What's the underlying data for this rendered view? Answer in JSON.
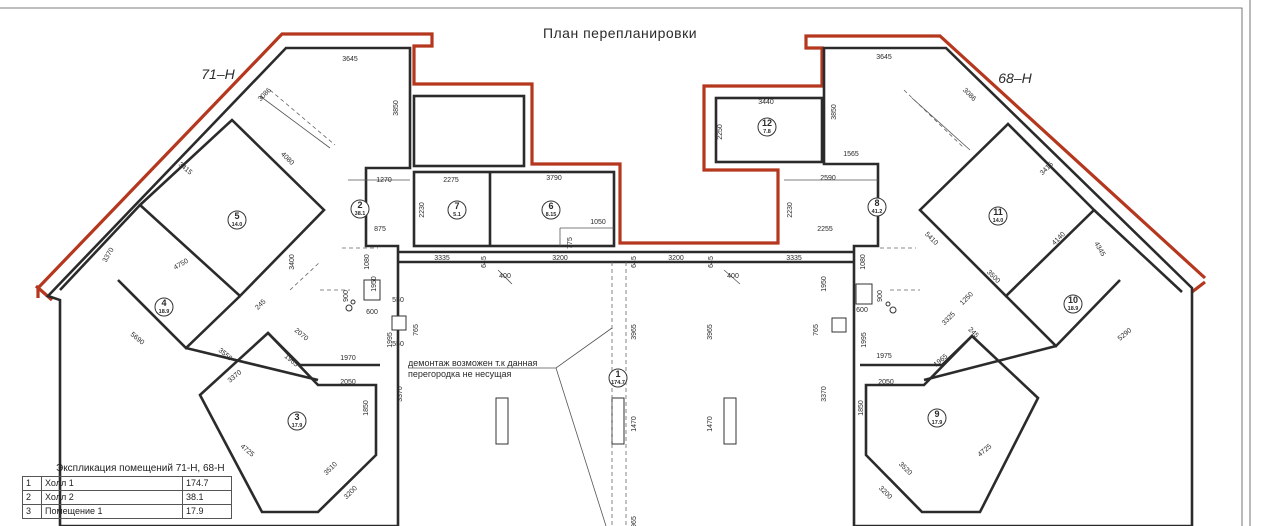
{
  "title": "План перепланировки",
  "units": {
    "left": "71–Н",
    "right": "68–Н"
  },
  "note": {
    "line1": "демонтаж возможен т.к данная",
    "line2": "перегородка не несущая"
  },
  "rooms": [
    {
      "num": "1",
      "area": "174.7"
    },
    {
      "num": "2",
      "area": "38.1"
    },
    {
      "num": "3",
      "area": "17.9"
    },
    {
      "num": "4",
      "area": "18.9"
    },
    {
      "num": "5",
      "area": "14.0"
    },
    {
      "num": "6",
      "area": "8.15"
    },
    {
      "num": "7",
      "area": "5.1"
    },
    {
      "num": "8",
      "area": "41.2"
    },
    {
      "num": "9",
      "area": "17.9"
    },
    {
      "num": "10",
      "area": "18.9"
    },
    {
      "num": "11",
      "area": "14.0"
    },
    {
      "num": "12",
      "area": "7.8"
    }
  ],
  "dimensions": {
    "top_left": "3645",
    "top_right": "3645",
    "d3850_l": "3850",
    "d3850_r": "3850",
    "d3440": "3440",
    "d2250": "2250",
    "d1565": "1565",
    "d1270": "1270",
    "d2275": "2275",
    "d3790": "3790",
    "d2590": "2590",
    "d2230_l": "2230",
    "d2230_r": "2230",
    "d1050": "1050",
    "d875": "875",
    "d2255": "2255",
    "d3335_l": "3335",
    "d3200_l": "3200",
    "d3200_r": "3200",
    "d3335_r": "3335",
    "d645_a": "645",
    "d645_b": "645",
    "d645_c": "645",
    "d400_l": "400",
    "d400_r": "400",
    "d1080_l": "1080",
    "d1080_r": "1080",
    "d1950_l": "1950",
    "d1950_r": "1950",
    "d900_l": "900",
    "d900_r": "900",
    "d550_a": "550",
    "d550_b": "550",
    "d600_l": "600",
    "d600_r": "600",
    "d765_l": "765",
    "d765_r": "765",
    "d1995_l": "1995",
    "d1995_r": "1995",
    "d1970": "1970",
    "d1975": "1975",
    "d2050_l": "2050",
    "d2050_r": "2050",
    "d3370_l": "3370",
    "d3370_r": "3370",
    "d3965_l": "3965",
    "d3965_r": "3965",
    "d1470_l": "1470",
    "d1470_r": "1470",
    "d1850_l": "1850",
    "d1850_r": "1850",
    "d3415_l": "3415",
    "d3415_r": "3415",
    "d4080": "4080",
    "d3400": "3400",
    "d3370a": "3370",
    "d4750": "4750",
    "d5690": "5690",
    "d3550": "3550",
    "d1965_l": "1965",
    "d1965_r": "1965",
    "d4725_l": "4725",
    "d4725_r": "4725",
    "d3510": "3510",
    "d3200_bl": "3200",
    "d3520": "3520",
    "d3200_br": "3200",
    "d3086_l": "3086",
    "d3086_r": "3086",
    "d2070": "2070",
    "d5410": "5410",
    "d4140": "4140",
    "d3370b": "3370",
    "d4345": "4345",
    "d5290": "5290",
    "d3500": "3500",
    "d1250": "1250",
    "d3325": "3325",
    "d245_l": "245",
    "d245_r": "245",
    "d775": "775",
    "d965": "965"
  },
  "explication": {
    "title": "Экспликация помещений 71-Н, 68-Н",
    "rows": [
      {
        "n": "1",
        "name": "Холл 1",
        "area": "174.7"
      },
      {
        "n": "2",
        "name": "Холл 2",
        "area": "38.1"
      },
      {
        "n": "3",
        "name": "Помещение 1",
        "area": "17.9"
      }
    ]
  }
}
